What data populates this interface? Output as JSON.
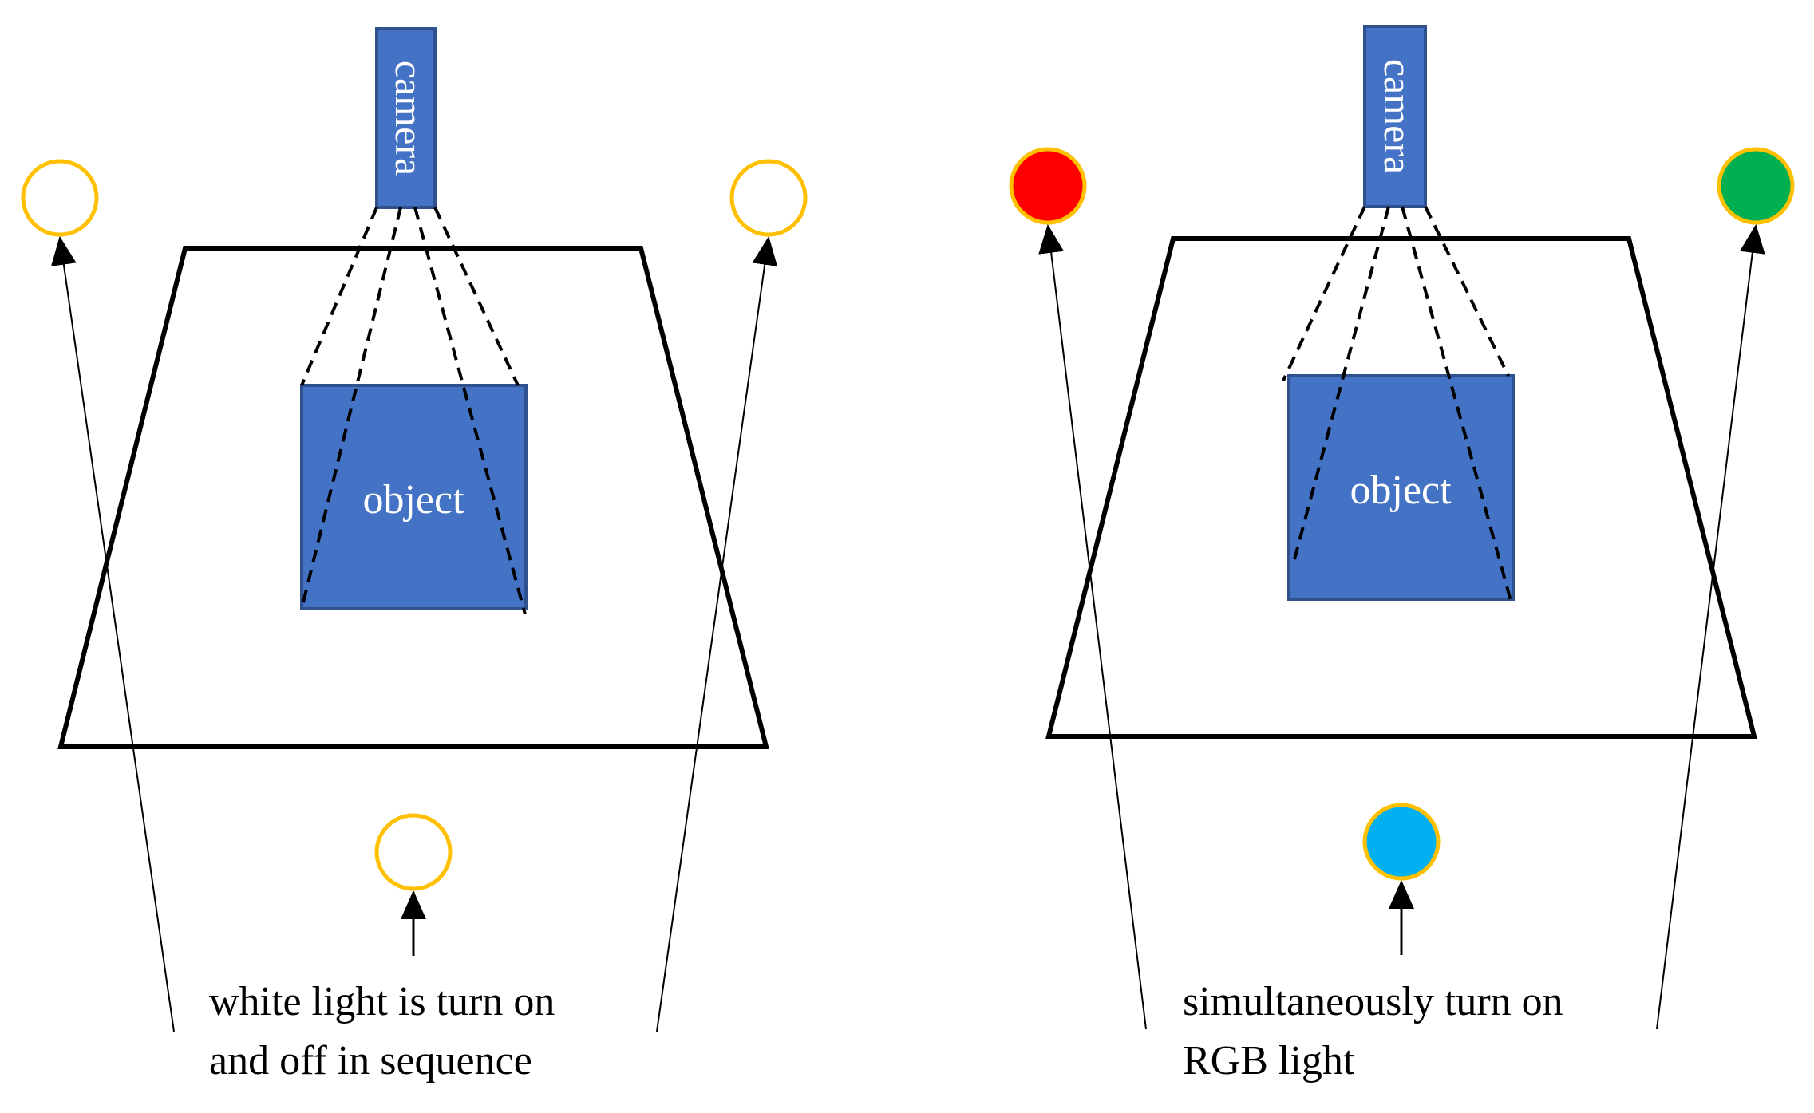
{
  "panels": [
    {
      "camera_label": "camera",
      "object_label": "object",
      "caption_line1": "white light is turn on",
      "caption_line2": "and off in sequence",
      "lights": [
        {
          "fill": "#FFFFFF",
          "stroke": "#FFC000"
        },
        {
          "fill": "#FFFFFF",
          "stroke": "#FFC000"
        },
        {
          "fill": "#FFFFFF",
          "stroke": "#FFC000"
        }
      ]
    },
    {
      "camera_label": "camera",
      "object_label": "object",
      "caption_line1": "simultaneously turn on",
      "caption_line2": "RGB light",
      "lights": [
        {
          "fill": "#FF0000",
          "stroke": "#FFC000"
        },
        {
          "fill": "#00B050",
          "stroke": "#FFC000"
        },
        {
          "fill": "#00B0F0",
          "stroke": "#FFC000"
        }
      ]
    }
  ],
  "colors": {
    "box_fill": "#4472C4",
    "box_stroke": "#2F528F",
    "light_stroke": "#FFC000",
    "line": "#000000"
  }
}
